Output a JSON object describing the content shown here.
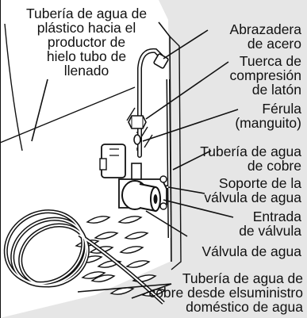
{
  "diagram": {
    "labels": {
      "plastic_line": "Tubería de agua de\nplástico hacia el\nproductor de\nhielo tubo de\nllenado",
      "steel_clamp": "Abrazadera\nde acero",
      "brass_nut": "Tuerca de\ncompresión\nde latón",
      "ferrule": "Férula\n(manguito)",
      "copper_line": "Tubería de agua\nde cobre",
      "valve_bracket": "Soporte de la\nválvula de agua",
      "valve_inlet": "Entrada\nde válvula",
      "water_valve": "Válvula de agua",
      "supply_line": "Tubería de agua de\ncobre desde elsuministro\ndoméstico de agua"
    },
    "colors": {
      "background": "#e6e6e6",
      "line": "#111111",
      "panel": "#ffffff"
    }
  }
}
